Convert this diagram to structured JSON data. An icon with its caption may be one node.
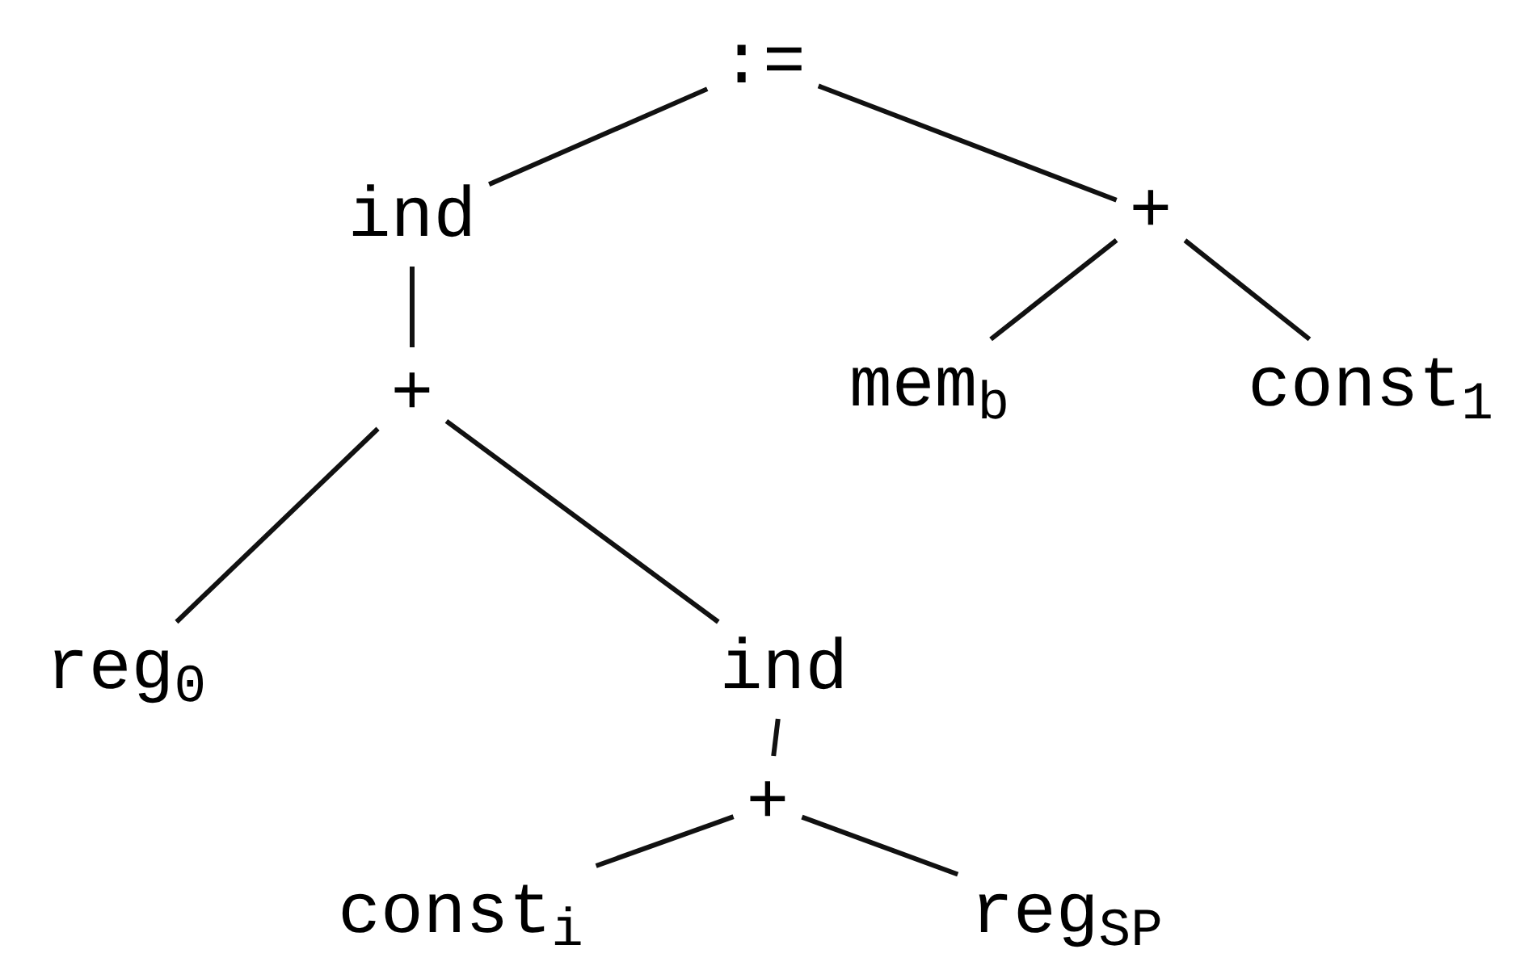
{
  "diagram": {
    "nodes": [
      {
        "text": [
          ":="
        ]
      },
      {
        "text": [
          "ind"
        ]
      },
      {
        "text": [
          "+"
        ]
      },
      {
        "text": [
          "+"
        ]
      },
      {
        "text": [
          "mem$_{b}$"
        ]
      },
      {
        "text": [
          "const$_{1}$"
        ]
      },
      {
        "text": [
          "reg$_{0}$"
        ]
      },
      {
        "text": [
          "ind"
        ]
      },
      {
        "text": [
          "+"
        ]
      },
      {
        "text": [
          "const$_{i}$"
        ]
      },
      {
        "text": [
          "reg$_{SP}$"
        ]
      }
    ],
    "edges": [
      {
        "from": 0,
        "to": 1,
        "arrow": "none"
      },
      {
        "from": 0,
        "to": 2,
        "arrow": "none"
      },
      {
        "from": 1,
        "to": 3,
        "arrow": "none"
      },
      {
        "from": 2,
        "to": 4,
        "arrow": "none"
      },
      {
        "from": 2,
        "to": 5,
        "arrow": "none"
      },
      {
        "from": 3,
        "to": 6,
        "arrow": "none"
      },
      {
        "from": 3,
        "to": 7,
        "arrow": "none"
      },
      {
        "from": 7,
        "to": 8,
        "arrow": "none"
      },
      {
        "from": 8,
        "to": 9,
        "arrow": "none"
      },
      {
        "from": 8,
        "to": 10,
        "arrow": "none"
      }
    ]
  }
}
